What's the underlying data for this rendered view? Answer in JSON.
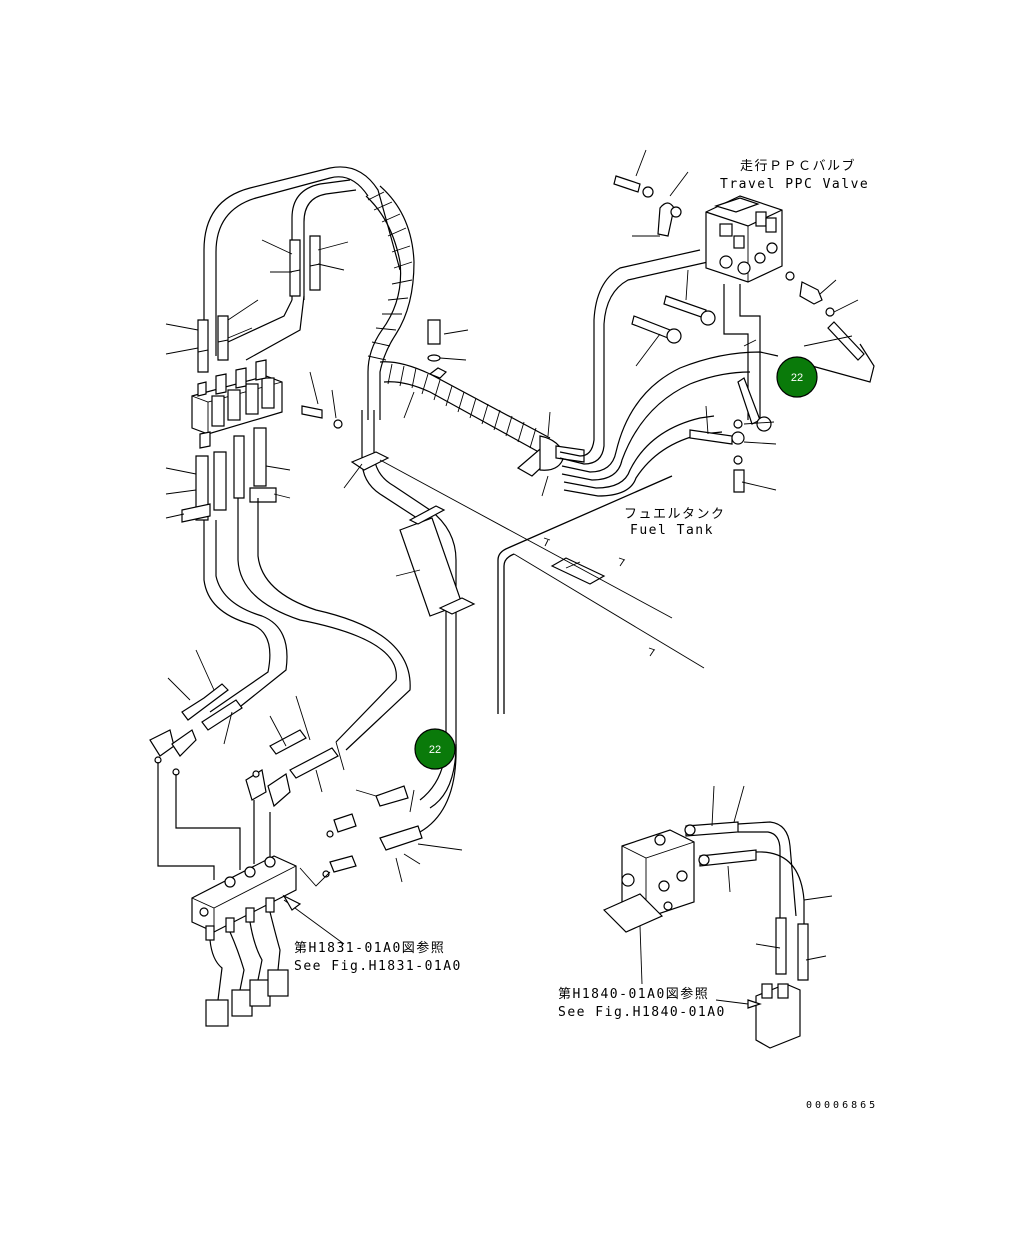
{
  "labels": {
    "travel_ppc_valve_jp": "走行ＰＰＣバルブ",
    "travel_ppc_valve_en": "Travel PPC Valve",
    "fuel_tank_jp": "フュエルタンク",
    "fuel_tank_en": "Fuel Tank",
    "see_fig_1_jp": "第H1831-01A0図参照",
    "see_fig_1_en": "See Fig.H1831-01A0",
    "see_fig_2_jp": "第H1840-01A0図参照",
    "see_fig_2_en": "See Fig.H1840-01A0",
    "drawing_number": "00006865"
  },
  "callouts": [
    {
      "id": "callout-22-upper",
      "text": "22"
    },
    {
      "id": "callout-22-lower",
      "text": "22"
    }
  ],
  "colors": {
    "callout_fill": "#0a7a0a",
    "callout_text": "#ffffff",
    "line": "#000000",
    "background": "#ffffff"
  }
}
